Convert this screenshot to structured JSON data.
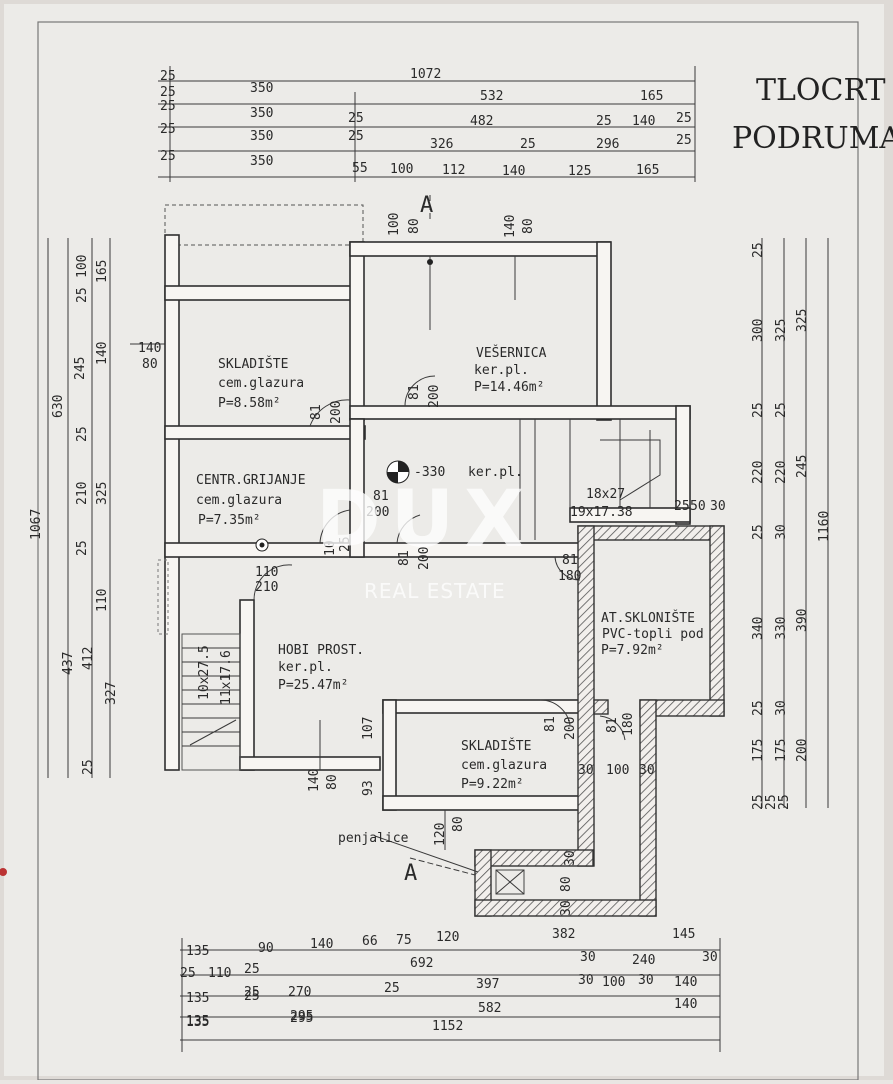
{
  "drawing": {
    "title_line1": "TLOCRT",
    "title_line2": "PODRUMA",
    "section_marker": "A"
  },
  "watermark": {
    "logo": "DUX",
    "subtitle": "REAL ESTATE"
  },
  "rooms": {
    "skladiste1": {
      "name": "SKLADIŠTE",
      "finish": "cem.glazura",
      "area": "P=8.58m²"
    },
    "vesernica": {
      "name": "VEŠERNICA",
      "finish": "ker.pl.",
      "area": "P=14.46m²"
    },
    "centr_grijanje": {
      "name": "CENTR.GRIJANJE",
      "finish": "cem.glazura",
      "area": "P=7.35m²"
    },
    "hall": {
      "level": "-330",
      "finish": "ker.pl."
    },
    "hobi": {
      "name": "HOBI PROST.",
      "finish": "ker.pl.",
      "area": "P=25.47m²"
    },
    "skloniste": {
      "name": "AT.SKLONIŠTE",
      "finish": "PVC-topli pod",
      "area": "P=7.92m²"
    },
    "skladiste2": {
      "name": "SKLADIŠTE",
      "finish": "cem.glazura",
      "area": "P=9.22m²"
    },
    "penjalice": "penjalice",
    "stairs1": "18x27",
    "stairs2": "19x17.38",
    "stairs_left1": "10x27.5",
    "stairs_left2": "11x17.6"
  },
  "top_dims": {
    "row1": [
      "25",
      "1072"
    ],
    "row2": [
      "350",
      "532",
      "165"
    ],
    "row3": [
      "25",
      "350",
      "25",
      "482",
      "25",
      "140",
      "25"
    ],
    "row4": [
      "25",
      "350",
      "25",
      "326",
      "25",
      "296",
      "25"
    ],
    "row5": [
      "25",
      "350",
      "55",
      "100",
      "112",
      "140",
      "125",
      "165"
    ]
  },
  "bottom_dims": {
    "row1": [
      "135",
      "90",
      "140",
      "66",
      "75",
      "120",
      "382",
      "145"
    ],
    "row2": [
      "25",
      "110",
      "25",
      "692",
      "30",
      "240",
      "30"
    ],
    "row3": [
      "135",
      "25",
      "270",
      "25",
      "397",
      "30",
      "100",
      "30",
      "140"
    ],
    "row4": [
      "135",
      "25",
      "295",
      "582",
      "140"
    ],
    "row5": [
      "135",
      "295",
      "1152"
    ]
  },
  "left_dims": [
    "1067",
    "630",
    "437",
    "412",
    "327",
    "25",
    "100",
    "165",
    "245",
    "140",
    "25",
    "210",
    "325",
    "25",
    "110",
    "25",
    "140",
    "80"
  ],
  "right_dims": [
    "25",
    "300",
    "325",
    "325",
    "25",
    "25",
    "220",
    "220",
    "245",
    "1160",
    "25",
    "30",
    "340",
    "330",
    "390",
    "25",
    "30",
    "175",
    "175",
    "200",
    "25",
    "25",
    "25"
  ],
  "openings": [
    "100",
    "80",
    "140",
    "80",
    "81",
    "200",
    "81",
    "200",
    "81",
    "200",
    "81",
    "200",
    "81",
    "180",
    "110",
    "210",
    "81",
    "200",
    "81",
    "180",
    "107",
    "140",
    "80",
    "93",
    "120",
    "80",
    "30",
    "100",
    "30",
    "30",
    "80",
    "30",
    "25",
    "10",
    "25",
    "50",
    "30"
  ]
}
